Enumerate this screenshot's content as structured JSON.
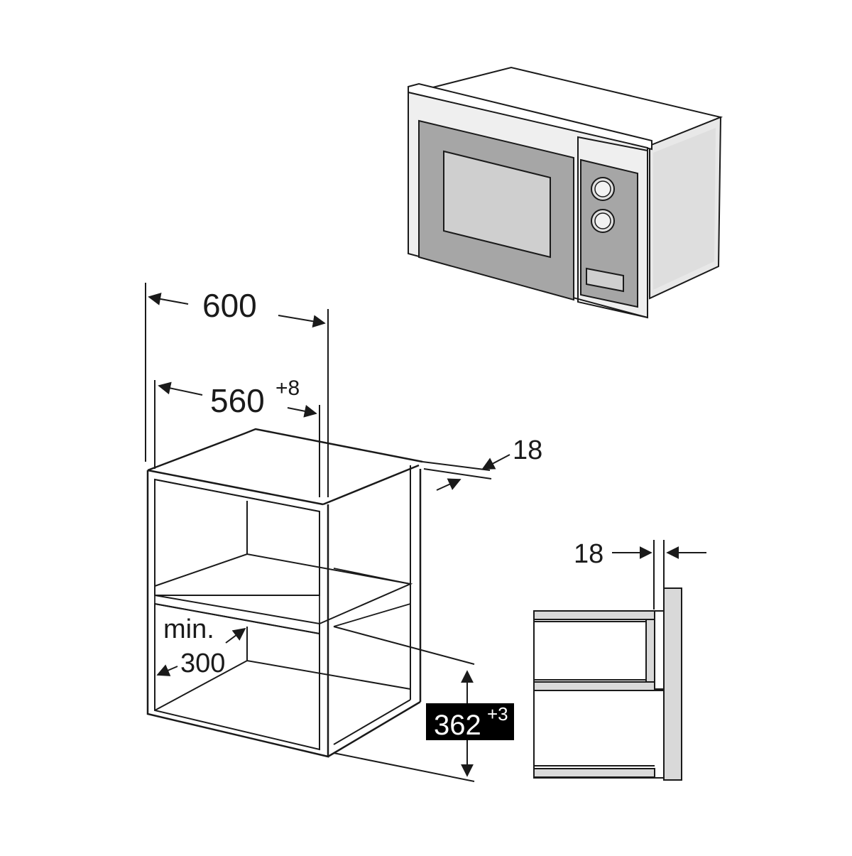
{
  "dimensions": {
    "overall_width": {
      "value": "600"
    },
    "niche_width": {
      "value": "560",
      "tolerance": "+8"
    },
    "panel_thickness_top": {
      "value": "18"
    },
    "panel_thickness_side": {
      "value": "18"
    },
    "min_depth": {
      "prefix": "min.",
      "value": "300"
    },
    "niche_height": {
      "value": "362",
      "tolerance": "+3"
    }
  },
  "colors": {
    "line": "#1a1a1a",
    "panel_fill": "#d9d9d9",
    "appliance_frame": "#e6e6e6",
    "appliance_panel": "#a6a6a6",
    "appliance_window": "#d0d0d0",
    "label_bg": "#000000"
  }
}
